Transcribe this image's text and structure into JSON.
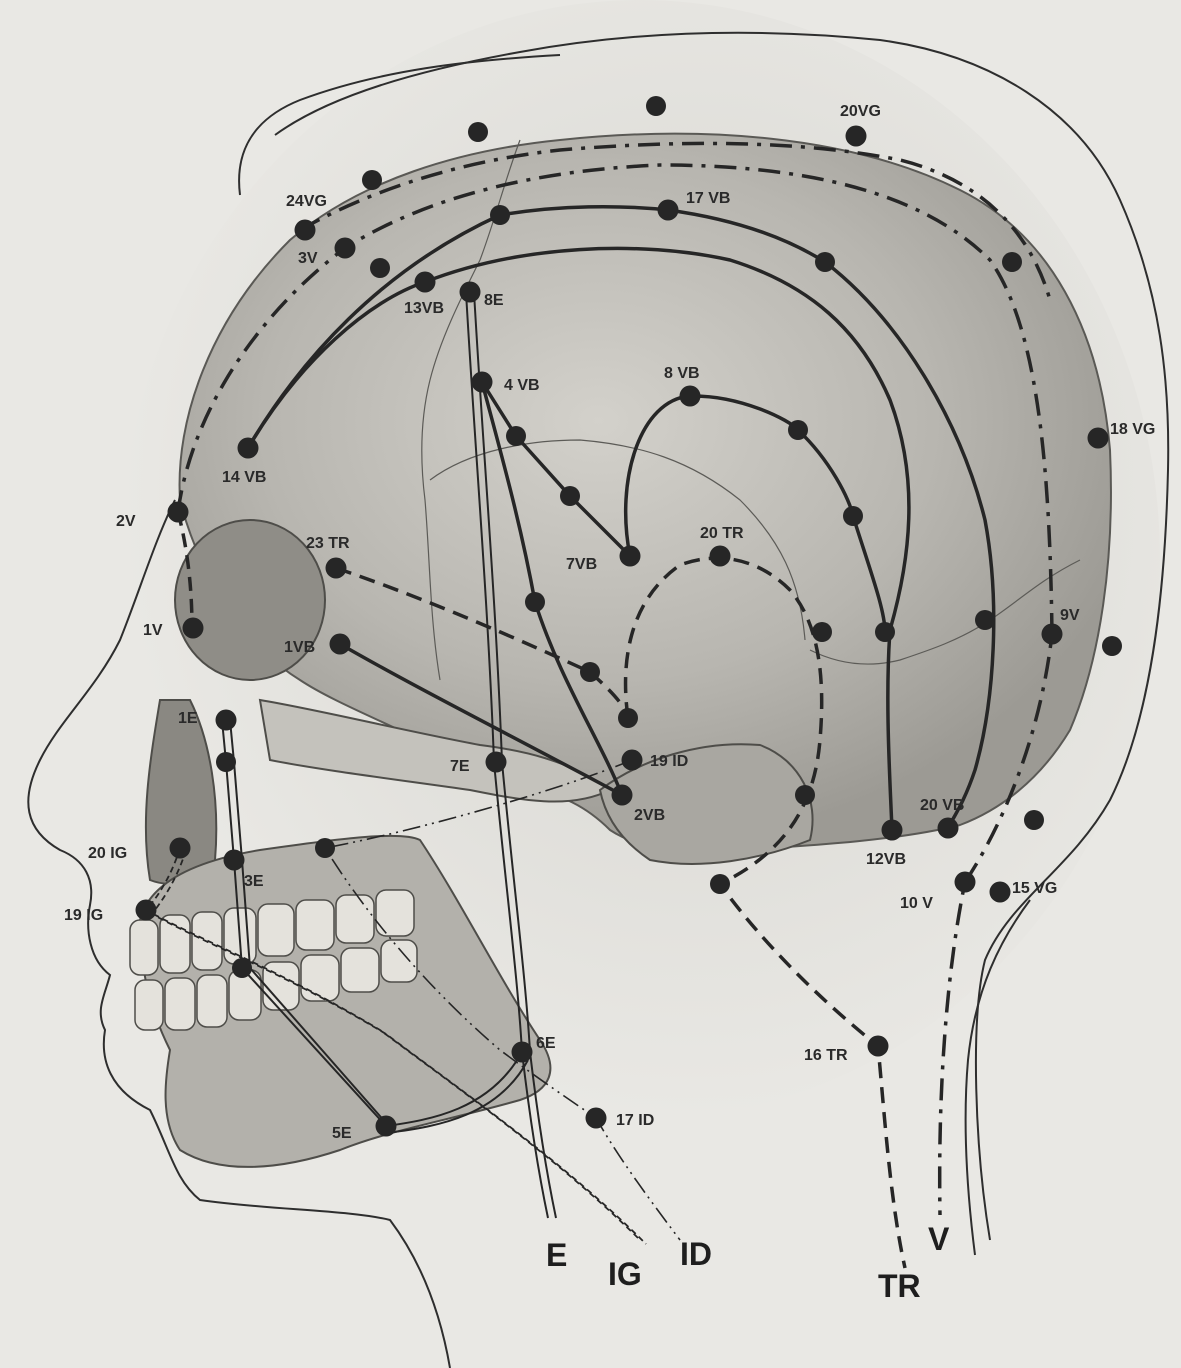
{
  "points": [
    {
      "id": "20VG",
      "label": "20VG"
    },
    {
      "id": "17VB",
      "label": "17 VB"
    },
    {
      "id": "24VG",
      "label": "24VG"
    },
    {
      "id": "3V",
      "label": "3V"
    },
    {
      "id": "13VB",
      "label": "13VB"
    },
    {
      "id": "8E",
      "label": "8E"
    },
    {
      "id": "4VB",
      "label": "4 VB"
    },
    {
      "id": "8VB",
      "label": "8 VB"
    },
    {
      "id": "18VG",
      "label": "18 VG"
    },
    {
      "id": "14VB",
      "label": "14 VB"
    },
    {
      "id": "2V",
      "label": "2V"
    },
    {
      "id": "23TR",
      "label": "23 TR"
    },
    {
      "id": "20TR",
      "label": "20 TR"
    },
    {
      "id": "7VB",
      "label": "7VB"
    },
    {
      "id": "1V",
      "label": "1V"
    },
    {
      "id": "9V",
      "label": "9V"
    },
    {
      "id": "1VB",
      "label": "1VB"
    },
    {
      "id": "1E",
      "label": "1E"
    },
    {
      "id": "7E",
      "label": "7E"
    },
    {
      "id": "19ID",
      "label": "19 ID"
    },
    {
      "id": "2VB",
      "label": "2VB"
    },
    {
      "id": "20VB",
      "label": "20 VB"
    },
    {
      "id": "20IG",
      "label": "20 IG"
    },
    {
      "id": "3E",
      "label": "3E"
    },
    {
      "id": "12VB",
      "label": "12VB"
    },
    {
      "id": "10V",
      "label": "10 V"
    },
    {
      "id": "15VG",
      "label": "15 VG"
    },
    {
      "id": "19IG",
      "label": "19 IG"
    },
    {
      "id": "6E",
      "label": "6E"
    },
    {
      "id": "16TR",
      "label": "16 TR"
    },
    {
      "id": "5E",
      "label": "5E"
    },
    {
      "id": "17ID",
      "label": "17 ID"
    }
  ],
  "meridians": [
    {
      "id": "E",
      "label": "E"
    },
    {
      "id": "IG",
      "label": "IG"
    },
    {
      "id": "ID",
      "label": "ID"
    },
    {
      "id": "TR",
      "label": "TR"
    },
    {
      "id": "V",
      "label": "V"
    }
  ],
  "colors": {
    "background": "#e9e8e4",
    "skull": "#b9b7b1",
    "ink": "#262626"
  }
}
